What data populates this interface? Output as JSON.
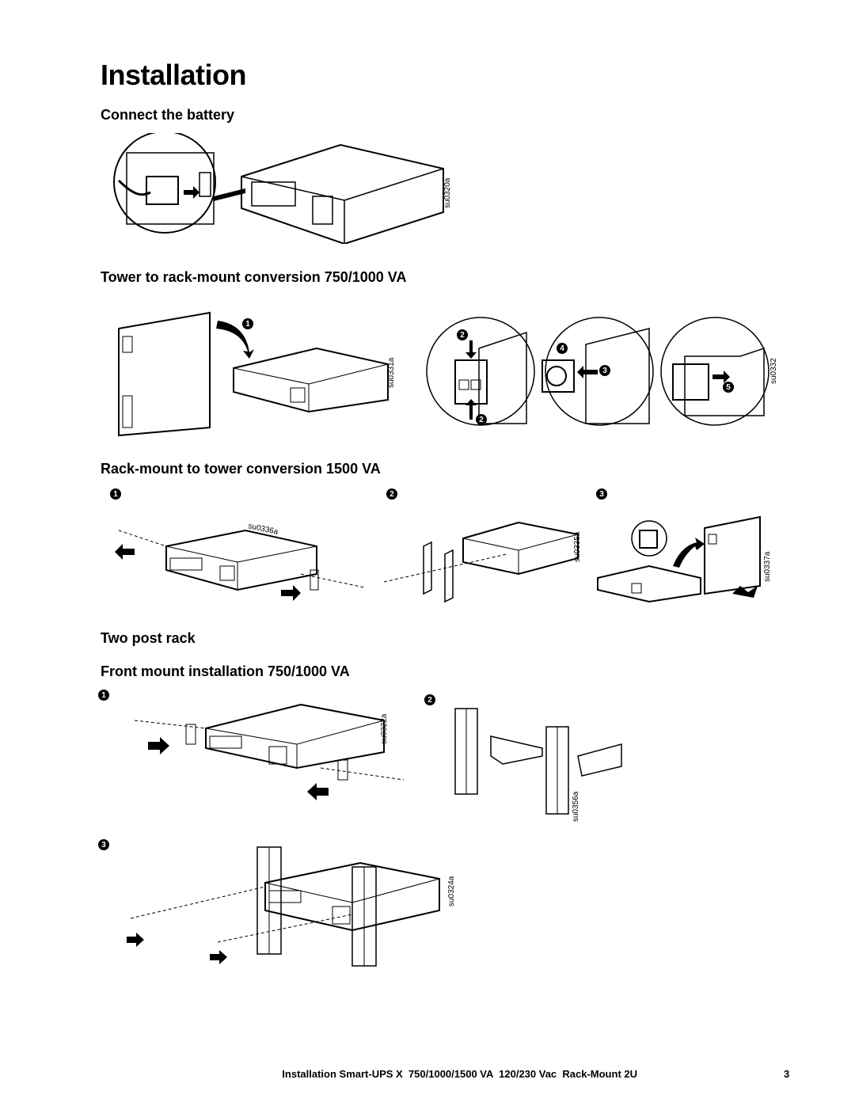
{
  "title": "Installation",
  "sections": {
    "connect": "Connect the battery",
    "tower_to_rack": "Tower to rack-mount conversion 750/1000 VA",
    "rack_to_tower": "Rack-mount to tower conversion 1500 VA",
    "two_post": "Two post rack",
    "front_mount": "Front mount installation 750/1000 VA"
  },
  "figure_codes": {
    "connect": "su0320a",
    "tower_rack_a": "su0331a",
    "tower_rack_b": "su0332",
    "rack_tower_1": "su0336a",
    "rack_tower_2": "su0335a",
    "rack_tower_3": "su0337a",
    "front_1": "su0322a",
    "front_2": "su0356a",
    "front_3": "su0324a"
  },
  "step_markers": {
    "s1": "1",
    "s2": "2",
    "s3": "3",
    "s4": "4",
    "s5": "5"
  },
  "footer": {
    "text": "Installation Smart-UPS X  750/1000/1500 VA  120/230 Vac  Rack-Mount 2U",
    "page": "3"
  }
}
